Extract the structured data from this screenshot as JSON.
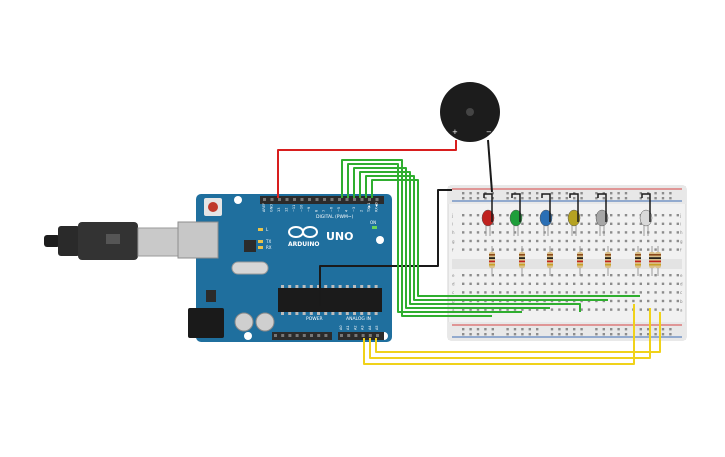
{
  "canvas": {
    "background": "#ffffff"
  },
  "arduino": {
    "logo_text": "ARDUINO",
    "model_text": "UNO",
    "digital_label": "DIGITAL (PWM~)",
    "power_label": "POWER",
    "analog_label": "ANALOG IN",
    "tx_label": "TX",
    "rx_label": "RX",
    "l_label": "L",
    "on_label": "ON",
    "digital_pins": [
      "AREF",
      "GND",
      "13",
      "12",
      "~11",
      "~10",
      "~9",
      "8",
      "7",
      "~6",
      "~5",
      "4",
      "~3",
      "2",
      "TX▶1",
      "RX◀0"
    ],
    "analog_pins": [
      "A0",
      "A1",
      "A2",
      "A3",
      "A4",
      "A5"
    ],
    "board_color": "#1f6f9e",
    "header_color": "#2b2b2b"
  },
  "buzzer": {
    "plus_label": "+",
    "minus_label": "−",
    "body_color": "#1c1c1c"
  },
  "breadboard": {
    "row_letters_top": [
      "j",
      "i",
      "h",
      "g",
      "f"
    ],
    "row_letters_bottom": [
      "e",
      "d",
      "c",
      "b",
      "a"
    ],
    "body_color": "#f1f1f1",
    "rail_red": "#d64545",
    "rail_blue": "#3b6bb5"
  },
  "leds": [
    {
      "name": "red",
      "color": "#c0221f"
    },
    {
      "name": "green",
      "color": "#1e9e3a"
    },
    {
      "name": "blue",
      "color": "#2a6fb5"
    },
    {
      "name": "yellow",
      "color": "#b5a221"
    },
    {
      "name": "white",
      "color": "#a6a6a6"
    },
    {
      "name": "rgb",
      "color": "#d9d9d9"
    }
  ],
  "wires": {
    "red": "#d81e1e",
    "black": "#1a1a1a",
    "green": "#2fae2f",
    "yellow": "#f0d21a"
  }
}
